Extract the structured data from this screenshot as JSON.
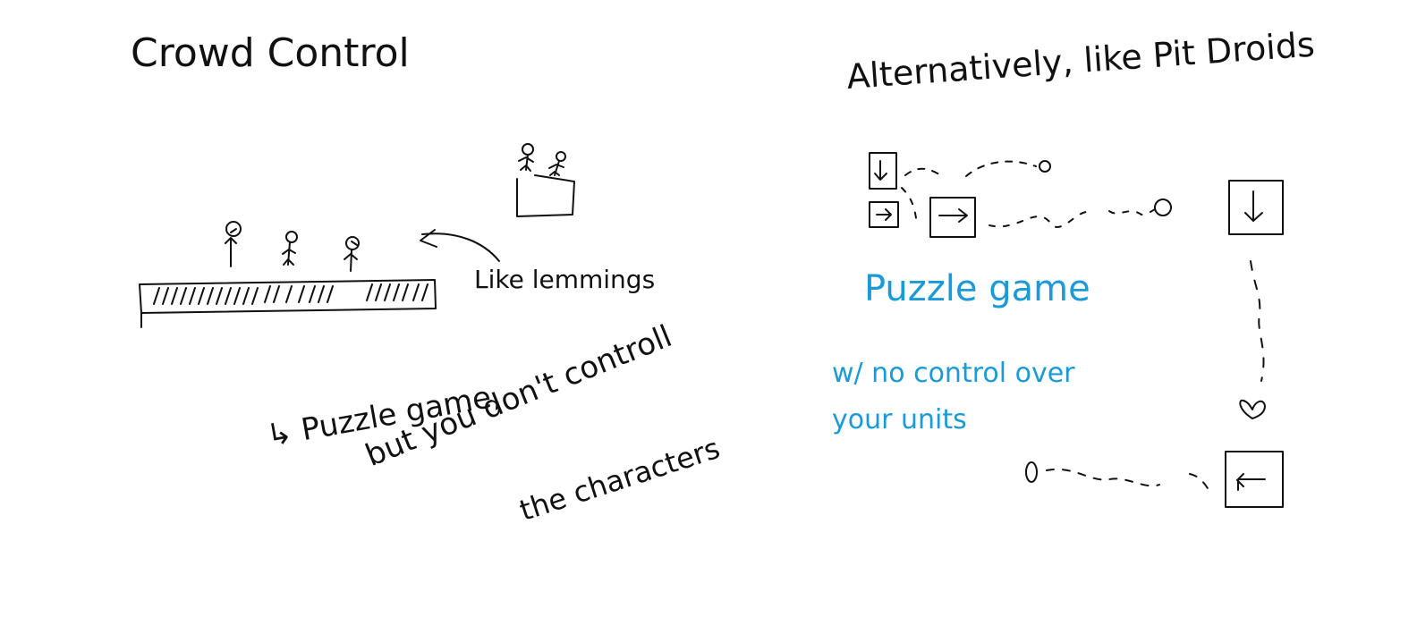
{
  "title": "Crowd Control",
  "like_label": "Like lemmings",
  "left_note": {
    "line1": "↳ Puzzle game,",
    "line2": "but you don't controll",
    "line3": "the characters"
  },
  "alt_heading": "Alternatively, like  Pit Droids",
  "puzzle_label": "Puzzle game",
  "blue_note": {
    "line1": "w/ no control over",
    "line2": "your units"
  },
  "colors": {
    "ink": "#111111",
    "accent": "#1a9ad6",
    "background": "#ffffff"
  },
  "icons": [
    "stick-figure-icon",
    "arrow-tile-icon",
    "heart-icon",
    "circle-target-icon"
  ]
}
